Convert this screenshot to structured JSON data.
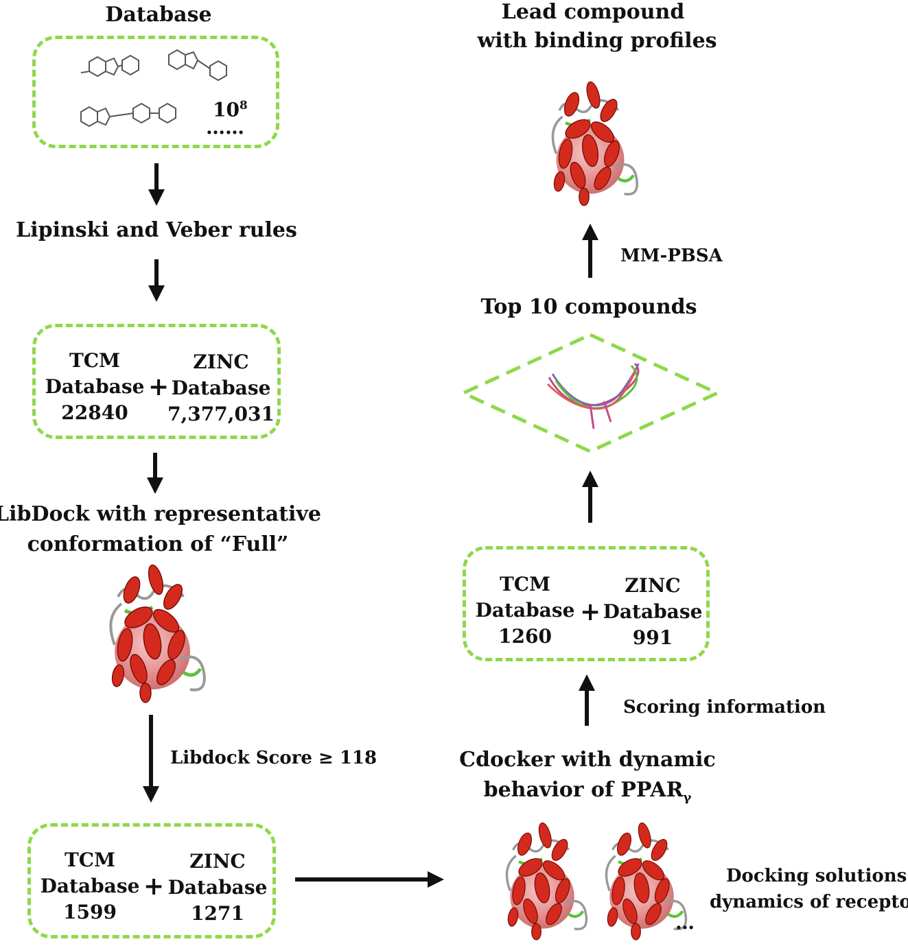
{
  "left": {
    "database_title": "Database",
    "database_count": "10",
    "database_exponent": "8",
    "database_ellipsis": "……",
    "lipinski": "Lipinski and Veber rules",
    "box1": {
      "tcm_title": "TCM",
      "tcm_sub": "Database",
      "tcm_count": "22840",
      "plus": "+",
      "zinc_title": "ZINC",
      "zinc_sub": "Database",
      "zinc_count": "7,377,031"
    },
    "libdock_line1": "LibDock with representative",
    "libdock_line2": "conformation of “Full”",
    "libdock_score": "Libdock  Score ≥ 118",
    "box2": {
      "tcm_title": "TCM",
      "tcm_sub": "Database",
      "tcm_count": "1599",
      "plus": "+",
      "zinc_title": "ZINC",
      "zinc_sub": "Database",
      "zinc_count": "1271"
    }
  },
  "right": {
    "lead_line1": "Lead compound",
    "lead_line2": "with binding profiles",
    "mmpbsa": "MM-PBSA",
    "top10": "Top 10 compounds",
    "box3": {
      "tcm_title": "TCM",
      "tcm_sub": "Database",
      "tcm_count": "1260",
      "plus": "+",
      "zinc_title": "ZINC",
      "zinc_sub": "Database",
      "zinc_count": "991"
    },
    "scoring": "Scoring information",
    "cdocker_line1": "Cdocker with dynamic",
    "cdocker_line2": "behavior of PPAR",
    "cdocker_sub": "γ",
    "docking_line1": "Docking  solutions",
    "docking_line2": "dynamics  of receptor",
    "ellipsis": "…"
  },
  "colors": {
    "dashed_border": "#8ed84a",
    "helix": "#d42a1e",
    "sphere": "#e88a8a",
    "loop": "#5cc23a",
    "arrow": "#111111"
  }
}
